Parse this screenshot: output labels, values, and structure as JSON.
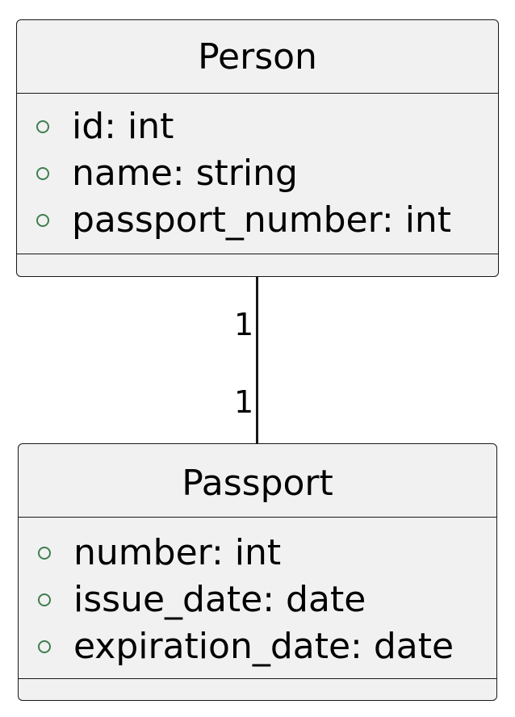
{
  "diagram": {
    "classes": [
      {
        "name": "Person",
        "attributes": [
          {
            "visibility": "public",
            "text": "id: int"
          },
          {
            "visibility": "public",
            "text": "name: string"
          },
          {
            "visibility": "public",
            "text": "passport_number: int"
          }
        ]
      },
      {
        "name": "Passport",
        "attributes": [
          {
            "visibility": "public",
            "text": "number: int"
          },
          {
            "visibility": "public",
            "text": "issue_date: date"
          },
          {
            "visibility": "public",
            "text": "expiration_date: date"
          }
        ]
      }
    ],
    "association": {
      "from": "Person",
      "to": "Passport",
      "from_multiplicity": "1",
      "to_multiplicity": "1"
    },
    "colors": {
      "box_fill": "#f1f1f1",
      "border": "#181818",
      "visibility_marker": "#3f7e4f"
    }
  }
}
